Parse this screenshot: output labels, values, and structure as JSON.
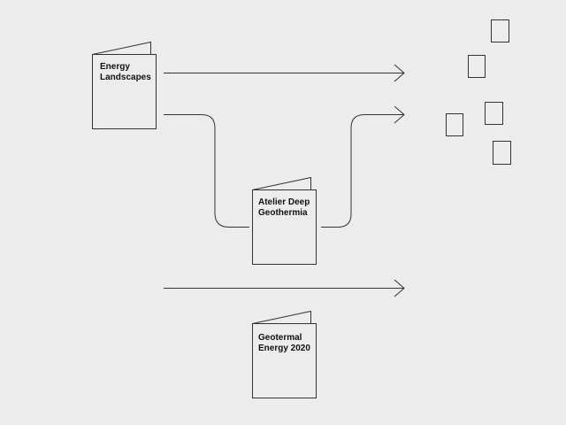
{
  "books": [
    {
      "id": "energy-landscapes",
      "lines": [
        "Energy",
        "Landscapes"
      ]
    },
    {
      "id": "atelier-deep-geothermia",
      "lines": [
        "Atelier Deep",
        "Geothermia"
      ]
    },
    {
      "id": "geotermal-energy-2020",
      "lines": [
        "Geotermal",
        "Energy 2020"
      ]
    }
  ],
  "colors": {
    "background": "#ececec",
    "stroke": "#333333",
    "text": "#111111"
  }
}
